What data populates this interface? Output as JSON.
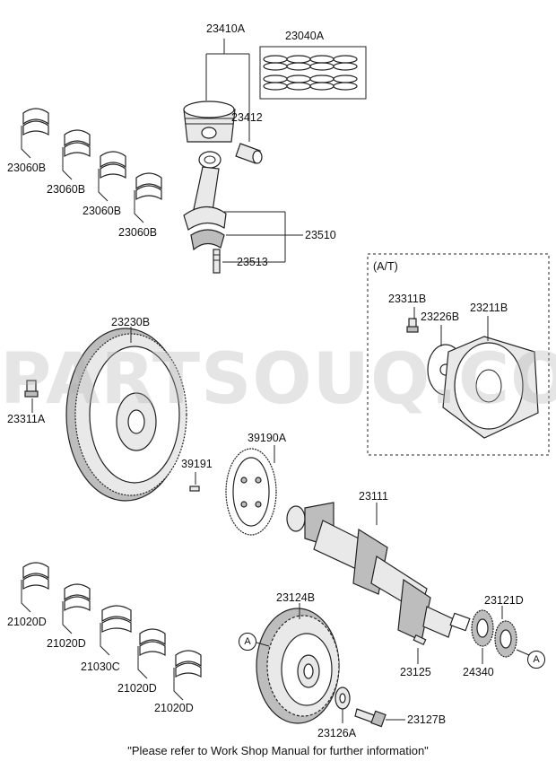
{
  "watermark": "PARTSOUQ.COM",
  "footer_note": "\"Please refer to Work Shop Manual for further information\"",
  "at_box_label": "(A/T)",
  "ref_circle": "A",
  "part_labels": {
    "p_23410A": "23410A",
    "p_23040A": "23040A",
    "p_23412": "23412",
    "p_23060B_1": "23060B",
    "p_23060B_2": "23060B",
    "p_23060B_3": "23060B",
    "p_23060B_4": "23060B",
    "p_23510": "23510",
    "p_23513": "23513",
    "p_23311B": "23311B",
    "p_23226B": "23226B",
    "p_23211B": "23211B",
    "p_23230B": "23230B",
    "p_23311A": "23311A",
    "p_39191": "39191",
    "p_39190A": "39190A",
    "p_23111": "23111",
    "p_21020D_1": "21020D",
    "p_21020D_2": "21020D",
    "p_21030C": "21030C",
    "p_21020D_3": "21020D",
    "p_21020D_4": "21020D",
    "p_23124B": "23124B",
    "p_23121D": "23121D",
    "p_23125": "23125",
    "p_24340": "24340",
    "p_23126A": "23126A",
    "p_23127B": "23127B"
  }
}
